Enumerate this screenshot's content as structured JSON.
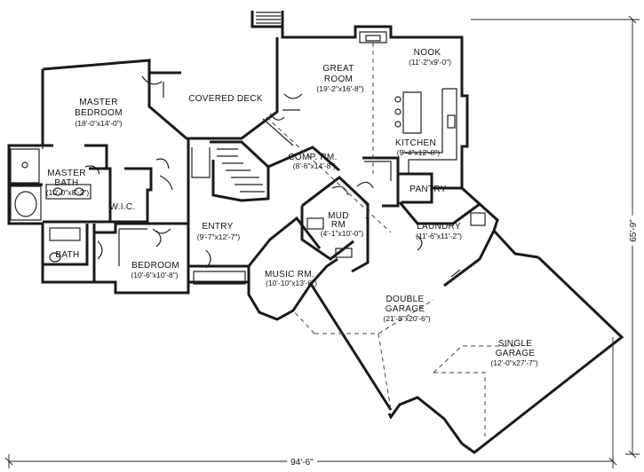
{
  "rooms": {
    "nook": {
      "name": "NOOK",
      "size": "(11'-2\"x9'-0\")"
    },
    "great_room": {
      "name1": "GREAT",
      "name2": "ROOM",
      "size": "(19'-2\"x16'-8\")"
    },
    "master_bedroom": {
      "name1": "MASTER",
      "name2": "BEDROOM",
      "size": "(18'-0\"x14'-0\")"
    },
    "covered_deck": {
      "name": "COVERED DECK"
    },
    "comp_rm": {
      "name": "COMP. RM.",
      "size": "(8'-6\"x14'-8\")"
    },
    "kitchen": {
      "name": "KITCHEN",
      "size": "(9'-4\"x12'-8\")"
    },
    "master_bath": {
      "name1": "MASTER",
      "name2": "BATH",
      "size": "(10'-0\"x8'-2\")"
    },
    "wic": {
      "name": "W.I.C."
    },
    "pantry": {
      "name": "PANTRY"
    },
    "mud_rm": {
      "name1": "MUD",
      "name2": "RM",
      "size": "(4'-1\"x10'-0\")"
    },
    "entry": {
      "name": "ENTRY",
      "size": "(9'-7\"x12'-7\")"
    },
    "laundry": {
      "name": "LAUNDRY",
      "size": "(11'-6\"x11'-2\")"
    },
    "bath": {
      "name": "BATH"
    },
    "bedroom": {
      "name": "BEDROOM",
      "size": "(10'-6\"x10'-8\")"
    },
    "music_rm": {
      "name": "MUSIC RM.",
      "size": "(10'-10\"x13'-6\")"
    },
    "double_garage": {
      "name1": "DOUBLE",
      "name2": "GARAGE",
      "size": "(21'-8\"x20'-6\")"
    },
    "single_garage": {
      "name1": "SINGLE",
      "name2": "GARAGE",
      "size": "(12'-0\"x27'-7\")"
    }
  },
  "dimensions": {
    "overall_width": "94'-6\"",
    "overall_depth": "65'-9\""
  }
}
